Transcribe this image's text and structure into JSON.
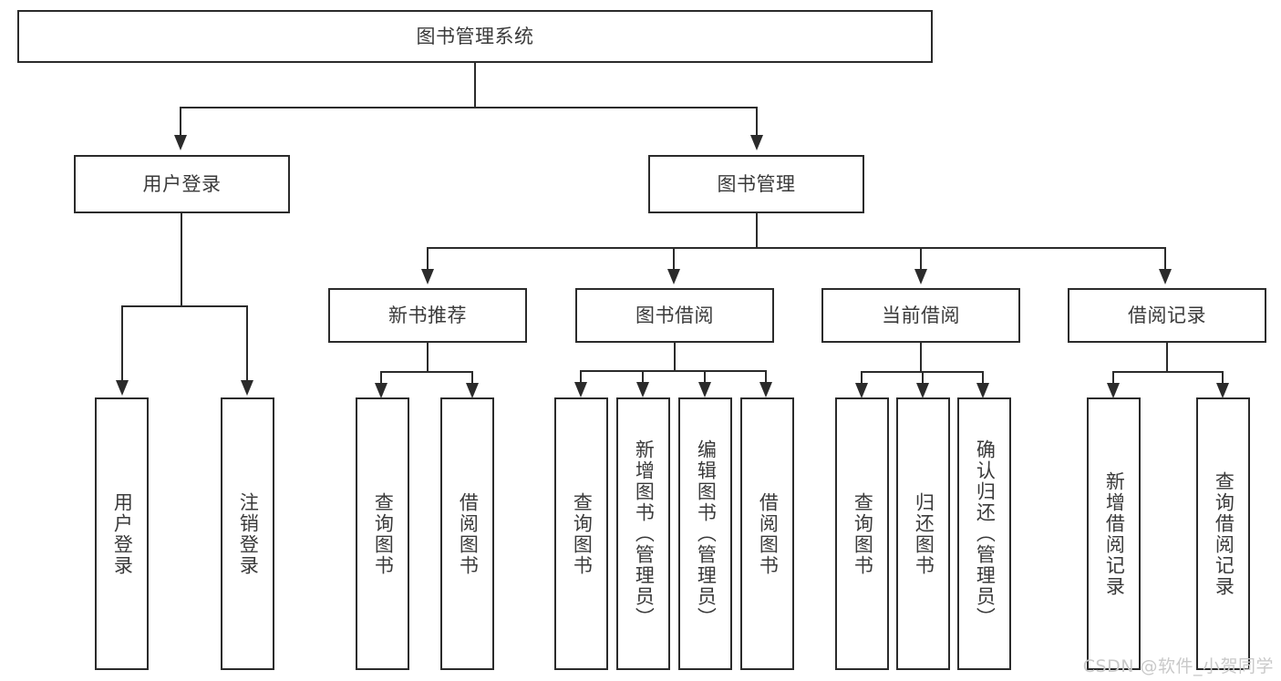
{
  "diagram": {
    "type": "tree-hierarchy",
    "title": "图书管理系统",
    "root": {
      "id": "root",
      "label": "图书管理系统"
    },
    "level2": [
      {
        "id": "user-login",
        "label": "用户登录"
      },
      {
        "id": "book-manage",
        "label": "图书管理"
      }
    ],
    "level3": [
      {
        "id": "new-book-rec",
        "label": "新书推荐",
        "parent": "book-manage"
      },
      {
        "id": "book-borrow",
        "label": "图书借阅",
        "parent": "book-manage"
      },
      {
        "id": "current-borrow",
        "label": "当前借阅",
        "parent": "book-manage"
      },
      {
        "id": "borrow-record",
        "label": "借阅记录",
        "parent": "book-manage"
      }
    ],
    "leaves": [
      {
        "id": "leaf-user-login",
        "label": "用户登录",
        "parent": "user-login"
      },
      {
        "id": "leaf-user-logout",
        "label": "注销登录",
        "parent": "user-login"
      },
      {
        "id": "leaf-query-book-1",
        "label": "查询图书",
        "parent": "new-book-rec"
      },
      {
        "id": "leaf-borrow-book-1",
        "label": "借阅图书",
        "parent": "new-book-rec"
      },
      {
        "id": "leaf-query-book-2",
        "label": "查询图书",
        "parent": "book-borrow"
      },
      {
        "id": "leaf-add-book",
        "label": "新增图书（管理员）",
        "parent": "book-borrow"
      },
      {
        "id": "leaf-edit-book",
        "label": "编辑图书（管理员）",
        "parent": "book-borrow"
      },
      {
        "id": "leaf-borrow-book-2",
        "label": "借阅图书",
        "parent": "book-borrow"
      },
      {
        "id": "leaf-query-book-3",
        "label": "查询图书",
        "parent": "current-borrow"
      },
      {
        "id": "leaf-return-book",
        "label": "归还图书",
        "parent": "current-borrow"
      },
      {
        "id": "leaf-confirm-return",
        "label": "确认归还（管理员）",
        "parent": "current-borrow"
      },
      {
        "id": "leaf-add-record",
        "label": "新增借阅记录",
        "parent": "borrow-record"
      },
      {
        "id": "leaf-query-record",
        "label": "查询借阅记录",
        "parent": "borrow-record"
      }
    ]
  },
  "watermark": {
    "text": "CSDN @软件_小贺同学"
  },
  "colors": {
    "stroke": "#2b2b2b",
    "text": "#3a3a3a",
    "background": "#ffffff",
    "watermark": "#c9c9c9"
  }
}
